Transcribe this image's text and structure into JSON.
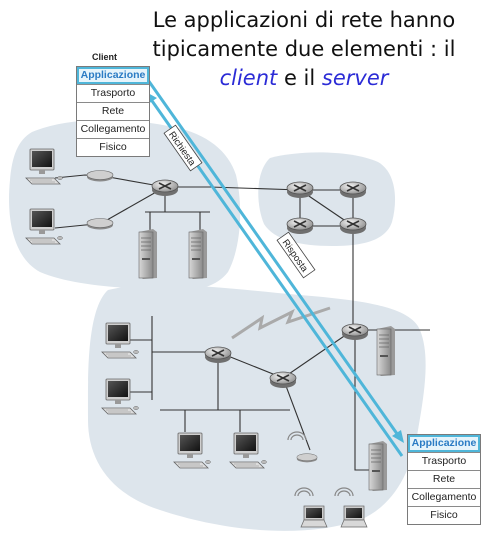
{
  "title": {
    "line1": "Le applicazioni di rete hanno",
    "line2": "tipicamente due elementi : il",
    "client_word": "client",
    "and_text": " e il ",
    "server_word": "server"
  },
  "client_stack": {
    "label": "Client",
    "layers": [
      "Applicazione",
      "Trasporto",
      "Rete",
      "Collegamento",
      "Fisico"
    ]
  },
  "server_stack": {
    "layers": [
      "Applicazione",
      "Trasporto",
      "Rete",
      "Collegamento",
      "Fisico"
    ]
  },
  "arrows": {
    "request_label": "Richiesta",
    "response_label": "Risposta"
  },
  "colors": {
    "accent": "#4fb6d9",
    "highlight_text": "#2b2bd6",
    "network_area": "#dde5ec"
  }
}
